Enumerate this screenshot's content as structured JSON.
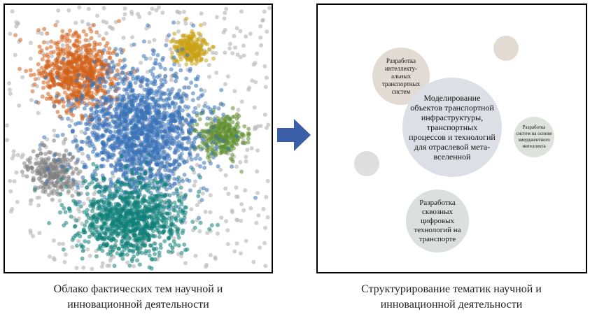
{
  "captions": {
    "left": [
      "Облако фактических тем научной и",
      "инновационной деятельности"
    ],
    "right": [
      "Структурирование тематик научной и",
      "инновационной деятельности"
    ]
  },
  "clusters": [
    {
      "id": "blue",
      "color": "#3a72b8"
    },
    {
      "id": "orange",
      "color": "#d2601a"
    },
    {
      "id": "teal",
      "color": "#0f7f79"
    },
    {
      "id": "green",
      "color": "#5f8e30"
    },
    {
      "id": "gray",
      "color": "#808080"
    },
    {
      "id": "gold",
      "color": "#c9a012"
    },
    {
      "id": "background",
      "color": "#bdbdbd"
    }
  ],
  "arrow": {
    "color": "#3a5fa8"
  },
  "topics": [
    {
      "id": "intelligent-transport",
      "lines": [
        "Разработка",
        "интеллекту-",
        "альных",
        "транспортных",
        "систем"
      ],
      "color": "#e2dbd3"
    },
    {
      "id": "modeling-metaverse",
      "lines": [
        "Моделирование",
        "объектов транспортной",
        "инфраструктуры,",
        "транспортных",
        "процессов и технологий",
        "для отраслевой мета-",
        "вселенной"
      ],
      "color": "#dcdfe6"
    },
    {
      "id": "emergent-ai",
      "lines": [
        "Разработка",
        "систем на основе",
        "эмерджентного",
        "интеллекта"
      ],
      "color": "#dde2dc"
    },
    {
      "id": "digital-tech",
      "lines": [
        "Разработка",
        "сквозных",
        "цифровых",
        "технологий на",
        "транспорте"
      ],
      "color": "#dcdfde"
    }
  ],
  "extra_bubbles": [
    {
      "id": "top-right",
      "color": "#e2dbd3"
    },
    {
      "id": "left",
      "color": "#dedede"
    }
  ]
}
